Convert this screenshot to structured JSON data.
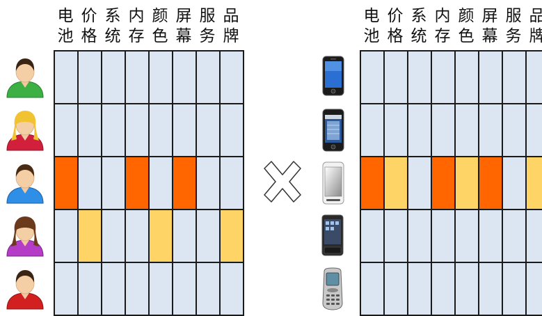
{
  "headers": [
    {
      "top": "电",
      "bottom": "池"
    },
    {
      "top": "价",
      "bottom": "格"
    },
    {
      "top": "系",
      "bottom": "统"
    },
    {
      "top": "内",
      "bottom": "存"
    },
    {
      "top": "颜",
      "bottom": "色"
    },
    {
      "top": "屏",
      "bottom": "幕"
    },
    {
      "top": "服",
      "bottom": "务"
    },
    {
      "top": "品",
      "bottom": "牌"
    }
  ],
  "colors": {
    "empty": "#dce6f2",
    "strong": "#ff6600",
    "weak": "#ffd466",
    "border": "#1a1a1a"
  },
  "users_matrix": {
    "rows": [
      {
        "icon": "user-green-icon",
        "cells": [
          0,
          0,
          0,
          0,
          0,
          0,
          0,
          0
        ]
      },
      {
        "icon": "user-blonde-female-icon",
        "cells": [
          0,
          0,
          0,
          0,
          0,
          0,
          0,
          0
        ]
      },
      {
        "icon": "user-blue-icon",
        "cells": [
          2,
          0,
          0,
          2,
          0,
          2,
          0,
          0
        ]
      },
      {
        "icon": "user-female-purple-icon",
        "cells": [
          0,
          1,
          0,
          0,
          1,
          0,
          0,
          1
        ]
      },
      {
        "icon": "user-red-icon",
        "cells": [
          0,
          0,
          0,
          0,
          0,
          0,
          0,
          0
        ]
      }
    ]
  },
  "operator_icon": "multiply-cross-icon",
  "phones_matrix": {
    "rows": [
      {
        "icon": "iphone-black-icon",
        "cells": [
          0,
          0,
          0,
          0,
          0,
          0,
          0,
          0
        ]
      },
      {
        "icon": "iphone-app-screen-icon",
        "cells": [
          0,
          0,
          0,
          0,
          0,
          0,
          0,
          0
        ]
      },
      {
        "icon": "white-smartphone-icon",
        "cells": [
          2,
          1,
          0,
          2,
          1,
          2,
          0,
          1
        ]
      },
      {
        "icon": "android-phone-icon",
        "cells": [
          0,
          0,
          0,
          0,
          0,
          0,
          0,
          0
        ]
      },
      {
        "icon": "nokia-phone-icon",
        "cells": [
          0,
          0,
          0,
          0,
          0,
          0,
          0,
          0
        ]
      }
    ]
  }
}
